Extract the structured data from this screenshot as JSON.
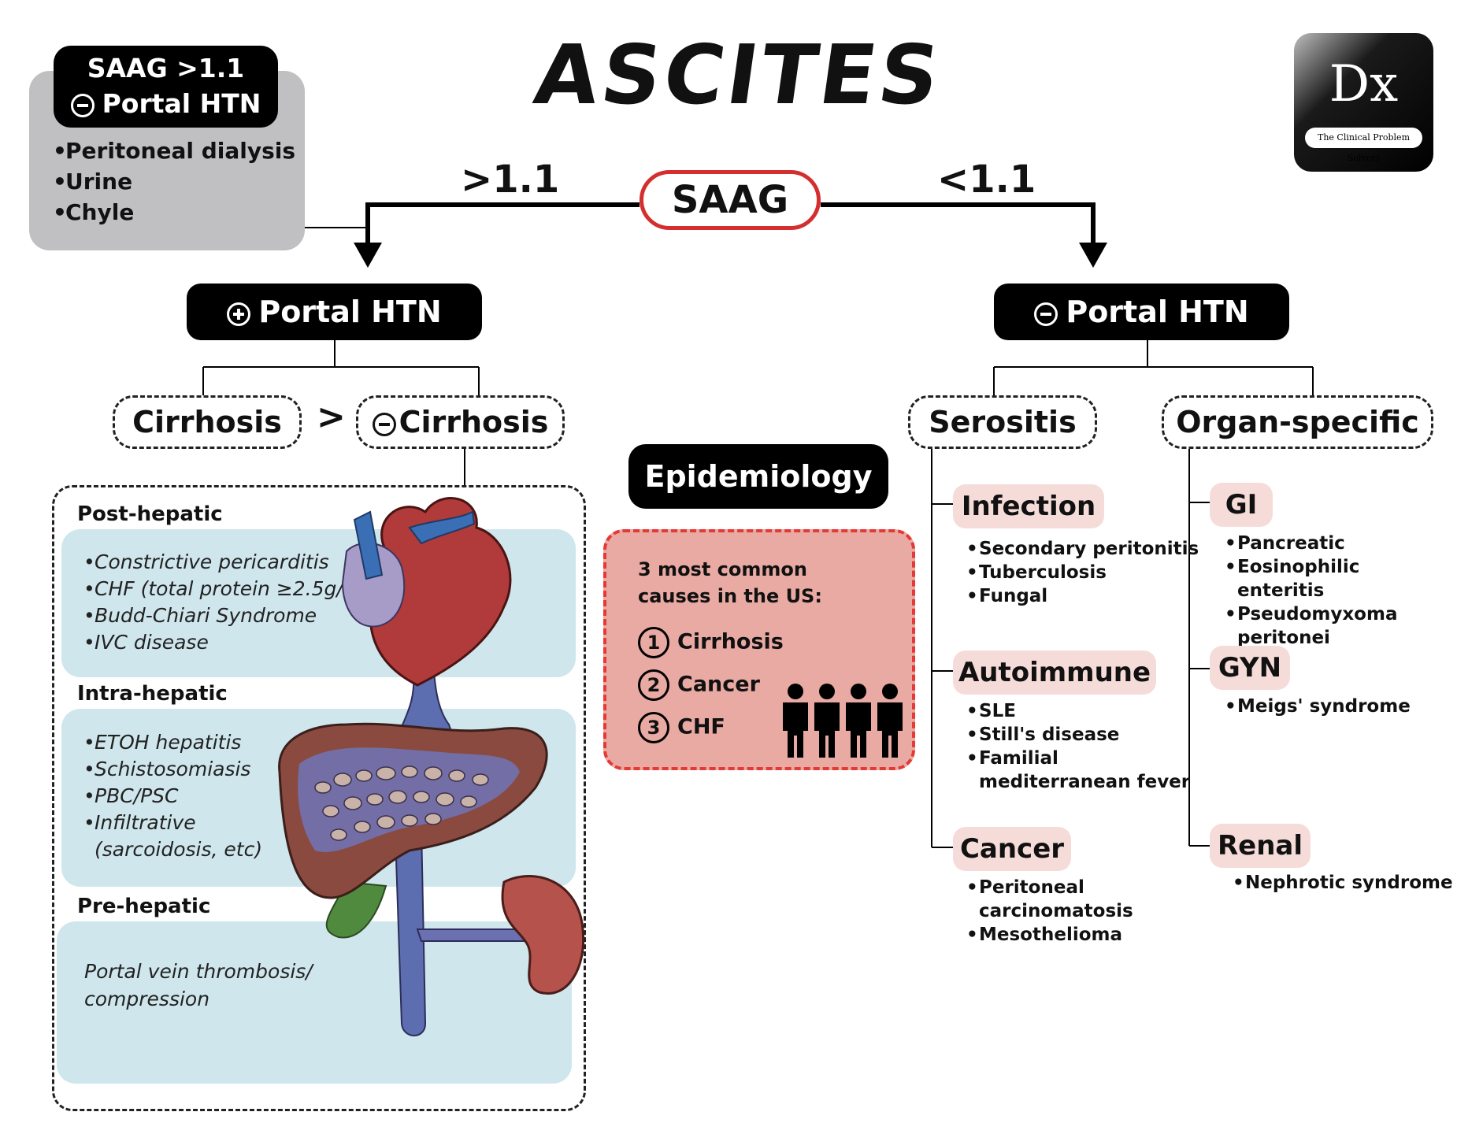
{
  "title": "ASCITES",
  "logo": {
    "text": "Dx",
    "tagline": "The Clinical Problem Solvers"
  },
  "top_left_box": {
    "header_line1": "SAAG >1.1",
    "header_line2": "Portal HTN",
    "items": [
      "Peritoneal dialysis",
      "Urine",
      "Chyle"
    ]
  },
  "saag_node": "SAAG",
  "left_branch_label": ">1.1",
  "right_branch_label": "<1.1",
  "left_header": "Portal HTN",
  "right_header": "Portal HTN",
  "cirrhosis": "Cirrhosis",
  "greater_than": ">",
  "non_cirrhosis": "Cirrhosis",
  "serositis": "Serositis",
  "organ_specific": "Organ-specific",
  "post_hepatic": {
    "title": "Post-hepatic",
    "items": [
      "Constrictive pericarditis",
      "CHF (total protein ≥2.5g/dL)",
      "Budd-Chiari Syndrome",
      "IVC disease"
    ]
  },
  "intra_hepatic": {
    "title": "Intra-hepatic",
    "items": [
      "ETOH hepatitis",
      "Schistosomiasis",
      "PBC/PSC",
      "Infiltrative (sarcoidosis, etc)"
    ]
  },
  "pre_hepatic": {
    "title": "Pre-hepatic",
    "text": "Portal vein thrombosis/ compression"
  },
  "epidemiology": {
    "title": "Epidemiology",
    "intro": "3 most common causes in the US:",
    "causes": [
      {
        "num": "1",
        "label": "Cirrhosis"
      },
      {
        "num": "2",
        "label": "Cancer"
      },
      {
        "num": "3",
        "label": "CHF"
      }
    ]
  },
  "infection": {
    "title": "Infection",
    "items": [
      "Secondary peritonitis",
      "Tuberculosis",
      "Fungal"
    ]
  },
  "autoimmune": {
    "title": "Autoimmune",
    "items": [
      "SLE",
      "Still's disease",
      "Familial mediterranean fever"
    ]
  },
  "cancer": {
    "title": "Cancer",
    "items": [
      "Peritoneal carcinomatosis",
      "Mesothelioma"
    ]
  },
  "gi": {
    "title": "GI",
    "items": [
      "Pancreatic",
      "Eosinophilic enteritis",
      "Pseudomyxoma peritonei"
    ]
  },
  "gyn": {
    "title": "GYN",
    "items": [
      "Meigs' syndrome"
    ]
  },
  "renal": {
    "title": "Renal",
    "items": [
      "Nephrotic syndrome"
    ]
  },
  "colors": {
    "saag_border": "#d32f2f",
    "epi_bg": "#e9aaa3",
    "epi_border": "#e53935",
    "pink_label": "#f6dcd8",
    "blue_panel": "#cfe6ed",
    "grey_box": "#c0c0c2"
  }
}
